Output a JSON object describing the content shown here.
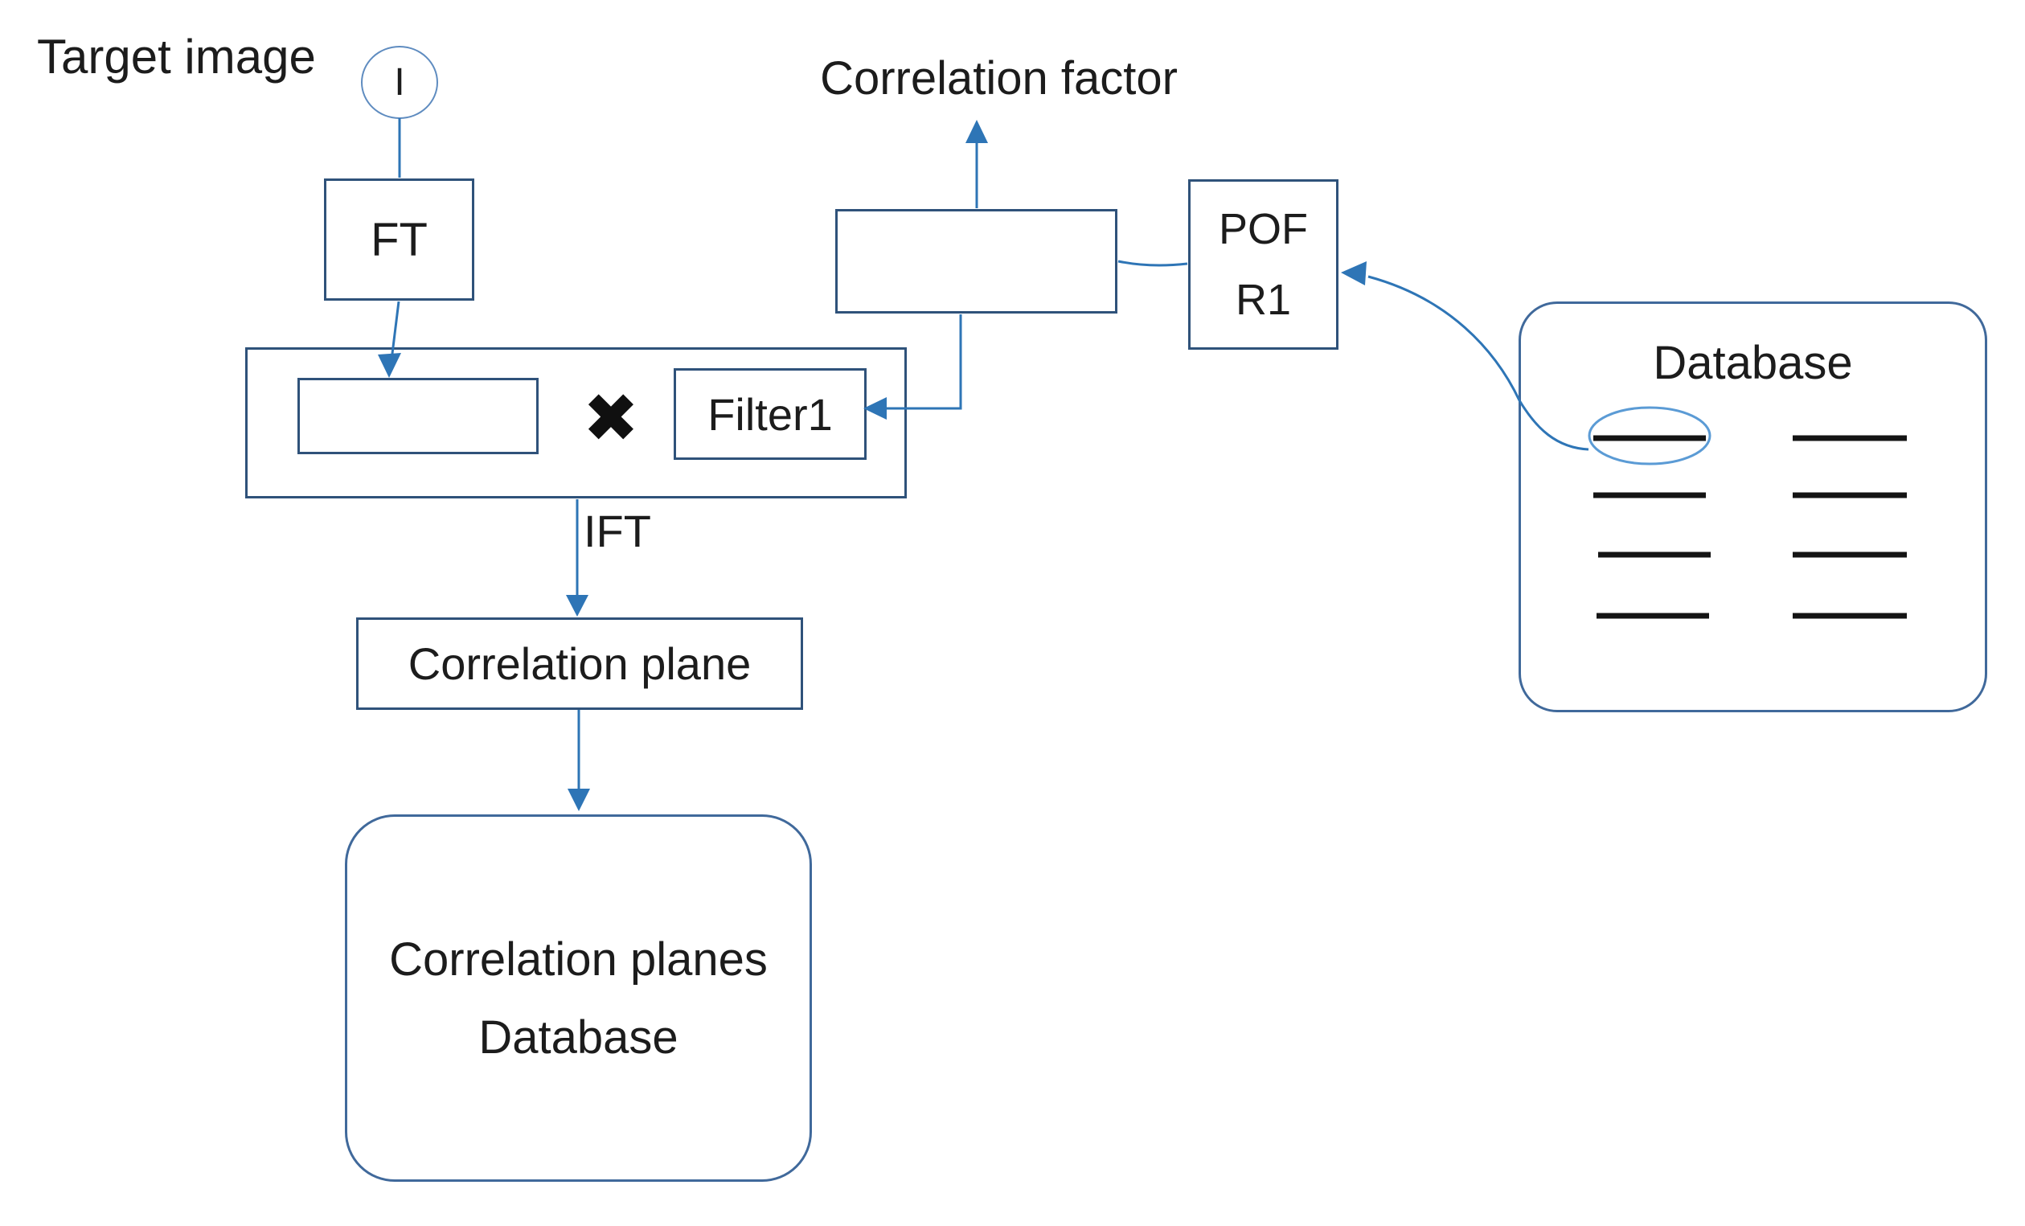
{
  "colors": {
    "background": "#ffffff",
    "box_border": "#2f527a",
    "rounded_box_border": "#40699b",
    "circle_border": "#5f8cc0",
    "connector_blue": "#2e75b6",
    "ellipse_blue": "#5b9bd5",
    "record_line_black": "#141414",
    "text": "#1c1c1c"
  },
  "labels": {
    "target_image": "Target image",
    "input_symbol": "I",
    "ft": "FT",
    "multiply_symbol": "✖",
    "filter1": "Filter1",
    "ift": "IFT",
    "correlation_factor": "Correlation factor",
    "pof": {
      "line1": "POF",
      "line2": "R1"
    },
    "correlation_plane": "Correlation plane",
    "correlation_planes_database": {
      "line1": "Correlation planes",
      "line2": "Database"
    },
    "database": {
      "title": "Database"
    }
  }
}
